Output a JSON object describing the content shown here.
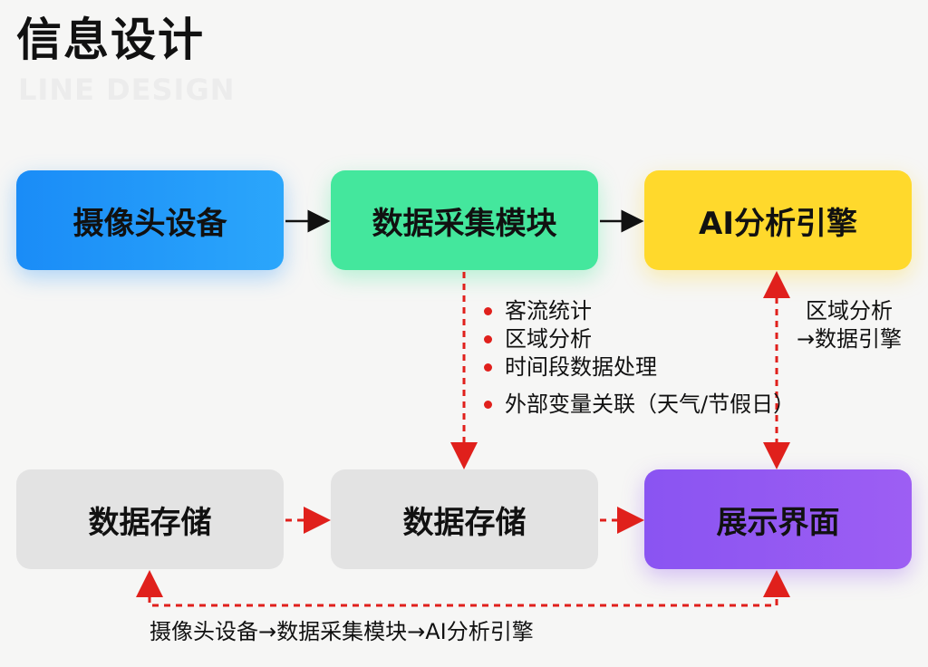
{
  "title": "信息设计",
  "subtitle": "LINE DESIGN",
  "boxes": {
    "camera": "摄像头设备",
    "collect": "数据采集模块",
    "ai": "AI分析引擎",
    "storage1": "数据存储",
    "storage2": "数据存储",
    "display": "展示界面"
  },
  "bullets": [
    "客流统计",
    "区域分析",
    "时间段数据处理",
    "外部变量关联（天气/节假日）"
  ],
  "side_note": {
    "line1": "区域分析",
    "line2": "→数据引擎"
  },
  "caption": "摄像头设备→数据采集模块→AI分析引擎",
  "colors": {
    "arrow_black": "#111111",
    "arrow_red": "#e0201c"
  }
}
